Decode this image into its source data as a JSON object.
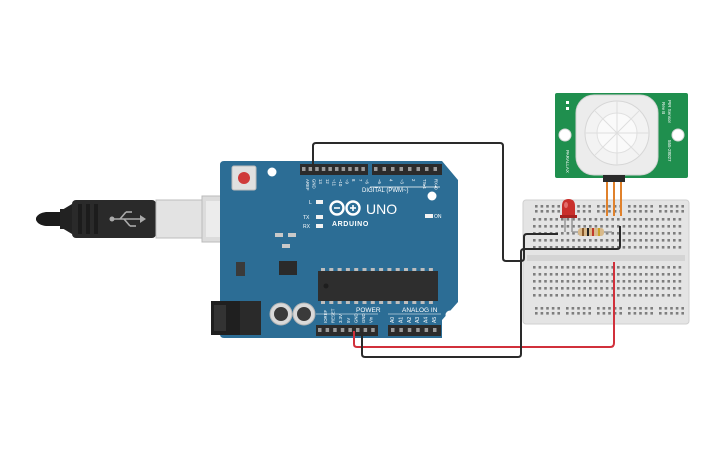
{
  "arduino": {
    "brand": "ARDUINO",
    "model": "UNO",
    "digital_label": "DIGITAL (PWM~)",
    "power_label": "POWER",
    "analog_label": "ANALOG IN",
    "led_l": "L",
    "led_tx": "TX",
    "led_rx": "RX",
    "on_label": "ON",
    "top_pins": [
      "AREF",
      "GND",
      "13",
      "12",
      "~11",
      "~10",
      "~9",
      "8",
      "7",
      "~6",
      "~5",
      "4",
      "~3",
      "2",
      "TX▸1",
      "RX◂0"
    ],
    "power_pins": [
      "IOREF",
      "RESET",
      "3.3V",
      "5V",
      "GND",
      "GND",
      "Vin"
    ],
    "analog_pins": [
      "A0",
      "A1",
      "A2",
      "A3",
      "A4",
      "A5"
    ],
    "colors": {
      "board": "#2c6d95",
      "header": "#2b2b2b"
    }
  },
  "pir": {
    "label_left": "PIR Sensor",
    "label_right": "555-28027",
    "label_mid": "Rev B",
    "label_bottom": "PARALLAX",
    "colors": {
      "board": "#1f8f4e",
      "dome": "#ececec"
    }
  },
  "wires": {
    "colors": {
      "black": "#2a2a2a",
      "red": "#d1303b",
      "orange": "#e0812b"
    }
  },
  "led": {
    "color": "#c9302c"
  }
}
